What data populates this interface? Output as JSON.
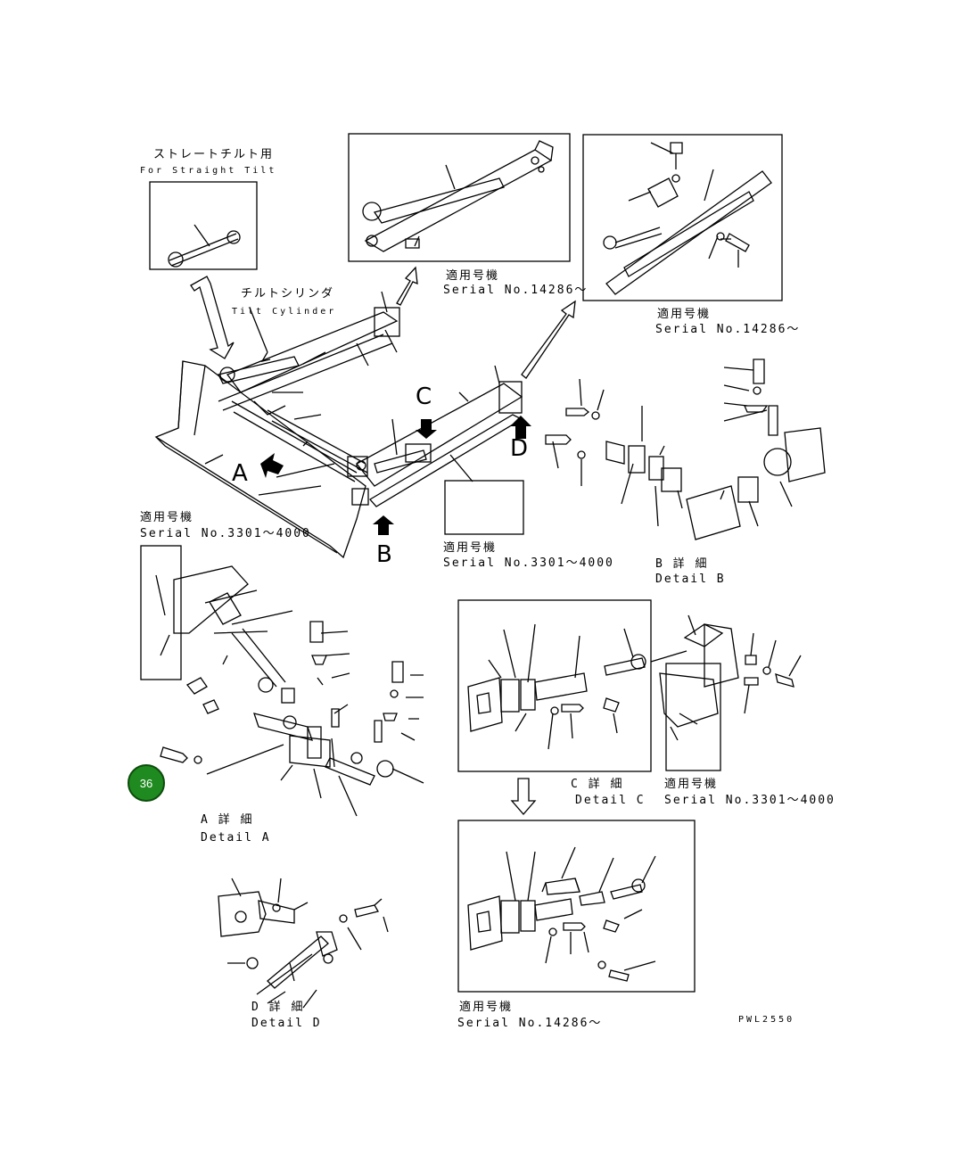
{
  "labels": {
    "straight_tilt_jp": "ストレートチルト用",
    "straight_tilt_en": "For Straight Tilt",
    "tilt_cyl_jp": "チルトシリンダ",
    "tilt_cyl_en": "Tilt Cylinder",
    "serial_jp": "適用号機",
    "serial_14286": "Serial No.14286～",
    "serial_3301": "Serial No.3301～4000",
    "detail_a_jp": "A 詳 細",
    "detail_a_en": "Detail A",
    "detail_b_jp": "B 詳 細",
    "detail_b_en": "Detail B",
    "detail_c_jp": "C 詳 細",
    "detail_c_en": "Detail C",
    "detail_d_jp": "D 詳 細",
    "detail_d_en": "Detail D",
    "letter_a": "A",
    "letter_b": "B",
    "letter_c": "C",
    "letter_d": "D",
    "drawing_code": "PWL2550"
  },
  "badge": {
    "number": "36",
    "color": "#1f8a1f"
  }
}
